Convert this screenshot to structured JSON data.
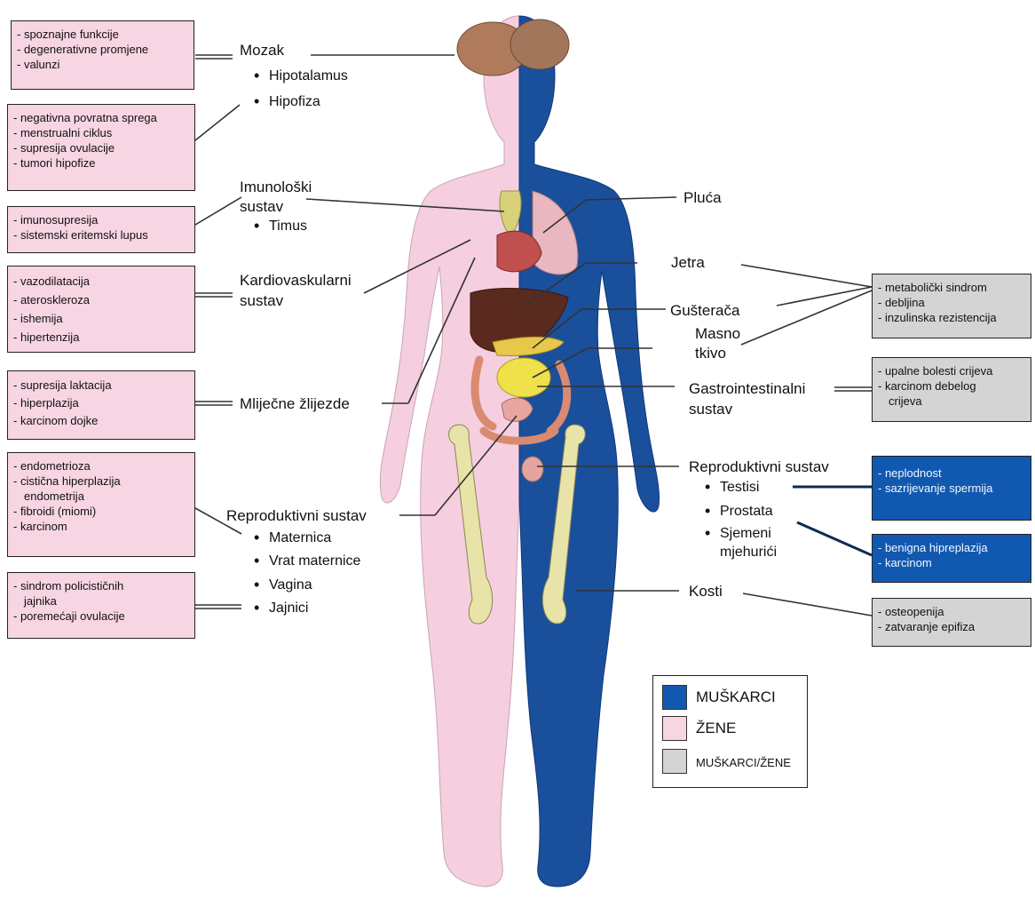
{
  "colors": {
    "male": "#1a4f9c",
    "female": "#f7d5e3",
    "both": "#d4d4d4",
    "male_box": "#1159b0"
  },
  "female_boxes": {
    "brain": [
      "- spoznajne funkcije",
      "- degenerativne promjene",
      "- valunzi"
    ],
    "pituitary": [
      "- negativna povratna sprega",
      "- menstrualni ciklus",
      "- supresija ovulacije",
      "- tumori hipofize"
    ],
    "immune": [
      "- imunosupresija",
      "- sistemski eritemski lupus"
    ],
    "cardio": [
      "- vazodilatacija",
      "- ateroskleroza",
      "- ishemija",
      "- hipertenzija"
    ],
    "breast": [
      "- supresija laktacija",
      "- hiperplazija",
      "- karcinom dojke"
    ],
    "uterus": [
      "- endometrioza",
      "- cistična hiperplazija",
      "endometrija",
      "- fibroidi (miomi)",
      "- karcinom"
    ],
    "ovary": [
      "- sindrom policističnih",
      "jajnika",
      "- poremećaji ovulacije"
    ]
  },
  "both_boxes": {
    "metabolic": [
      "- metabolički sindrom",
      "- debljina",
      "- inzulinska rezistencija"
    ],
    "gi": [
      "- upalne bolesti crijeva",
      "- karcinom debelog",
      "crijeva"
    ],
    "bone": [
      "- osteopenija",
      "- zatvaranje epifiza"
    ]
  },
  "male_boxes": {
    "testes": [
      "- neplodnost",
      "- sazrijevanje spermija"
    ],
    "prostate": [
      "- benigna hipreplazija",
      "- karcinom"
    ]
  },
  "labels": {
    "brain": "Mozak",
    "hypothalamus": "Hipotalamus",
    "pituitary": "Hipofiza",
    "immune_1": "Imunološki",
    "immune_2": "sustav",
    "thymus": "Timus",
    "cardio_1": "Kardiovaskularni",
    "cardio_2": "sustav",
    "breast": "Mliječne žlijezde",
    "repro_f": "Reproduktivni sustav",
    "uterus": "Maternica",
    "cervix": "Vrat maternice",
    "vagina": "Vagina",
    "ovaries": "Jajnici",
    "lungs": "Pluća",
    "liver": "Jetra",
    "pancreas": "Gušterača",
    "fat_1": "Masno",
    "fat_2": "tkivo",
    "gi_1": "Gastrointestinalni",
    "gi_2": "sustav",
    "repro_m": "Reproduktivni sustav",
    "testes": "Testisi",
    "prostate": "Prostata",
    "vesicles_1": "Sjemeni",
    "vesicles_2": "mjehurići",
    "bones": "Kosti"
  },
  "legend": {
    "male": "MUŠKARCI",
    "female": "ŽENE",
    "both": "MUŠKARCI/ŽENE"
  }
}
